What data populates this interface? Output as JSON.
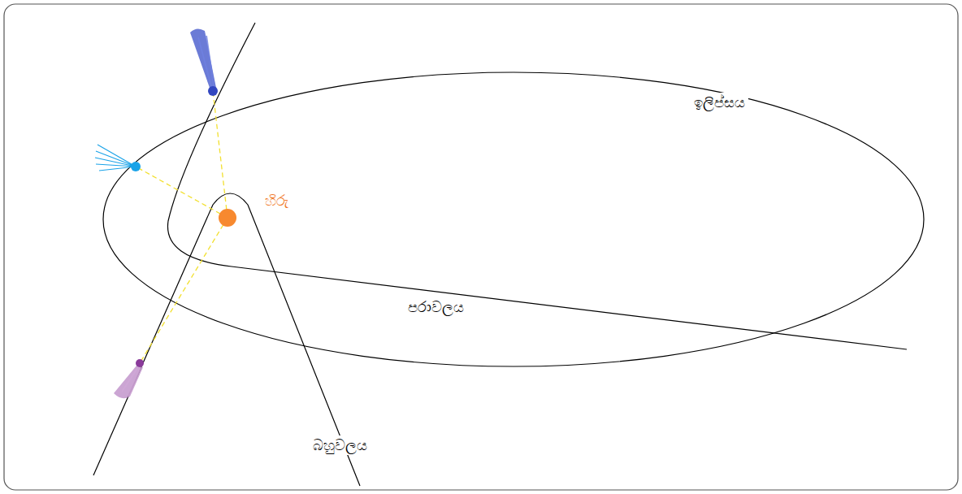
{
  "diagram": {
    "labels": [
      "ඉලිප්සය",
      "පරාවලය",
      "බහුවලය",
      "හිරු"
    ]
  }
}
